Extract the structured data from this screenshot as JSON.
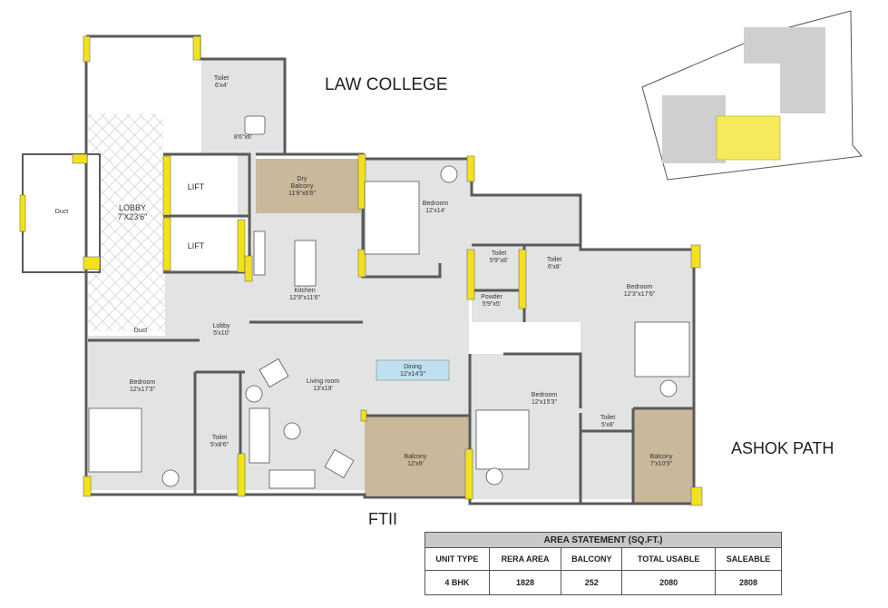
{
  "labels": {
    "law_college": "LAW COLLEGE",
    "ashok_path": "ASHOK PATH",
    "ftii": "FTII"
  },
  "rooms": [
    {
      "key": "toilet_top",
      "name": "Toilet",
      "size": "6'x4'"
    },
    {
      "key": "toilet_top_dim",
      "name": "",
      "size": "8'6\"x6'"
    },
    {
      "key": "duct_left",
      "name": "Duct",
      "size": ""
    },
    {
      "key": "lobby_main",
      "name": "LOBBY",
      "size": "7'X23'6\""
    },
    {
      "key": "lift1",
      "name": "LIFT",
      "size": ""
    },
    {
      "key": "lift2",
      "name": "LIFT",
      "size": ""
    },
    {
      "key": "dry_balcony",
      "name": "Dry",
      "size": "Balcony",
      "extra": "11'9\"x6'6\""
    },
    {
      "key": "bedroom_top",
      "name": "Bedroom",
      "size": "12'x14'"
    },
    {
      "key": "kitchen",
      "name": "Kitchen",
      "size": "12'9\"x11'6\""
    },
    {
      "key": "toilet_mid",
      "name": "Toilet",
      "size": "5'9\"x8'"
    },
    {
      "key": "toilet_mid2",
      "name": "Toilet",
      "size": "6'x8'"
    },
    {
      "key": "powder",
      "name": "Powder",
      "size": "5'9\"x5'"
    },
    {
      "key": "bedroom_right",
      "name": "Bedroom",
      "size": "12'3\"x17'6\""
    },
    {
      "key": "lobby_small",
      "name": "Lobby",
      "size": "5'x10'"
    },
    {
      "key": "duct_mid",
      "name": "Duct",
      "size": ""
    },
    {
      "key": "dining",
      "name": "Dining",
      "size": "12'x14'3\""
    },
    {
      "key": "living",
      "name": "Living room",
      "size": "13'x19'"
    },
    {
      "key": "bedroom_left",
      "name": "Bedroom",
      "size": "12'x17'3\""
    },
    {
      "key": "toilet_left",
      "name": "Toilet",
      "size": "5'x8'6\""
    },
    {
      "key": "balcony_mid",
      "name": "Balcony",
      "size": "12'x9'"
    },
    {
      "key": "bedroom_bottom",
      "name": "Bedroom",
      "size": "12'x15'3\""
    },
    {
      "key": "toilet_right",
      "name": "Toilet",
      "size": "5'x8'"
    },
    {
      "key": "balcony_right",
      "name": "Balcony",
      "size": "7'x10'9\""
    }
  ],
  "area_statement": {
    "title": "AREA STATEMENT (SQ.FT.)",
    "headers": [
      "UNIT TYPE",
      "RERA AREA",
      "BALCONY",
      "TOTAL USABLE",
      "SALEABLE"
    ],
    "rows": [
      [
        "4 BHK",
        "1828",
        "252",
        "2080",
        "2808"
      ]
    ]
  },
  "colors": {
    "floor": "#e2e3e3",
    "wall": "#5a5a5a",
    "column": "#f3e21a",
    "balcony": "#c9b99a",
    "dining": "#bfe0f0",
    "key_highlight": "#f5ea5c"
  }
}
